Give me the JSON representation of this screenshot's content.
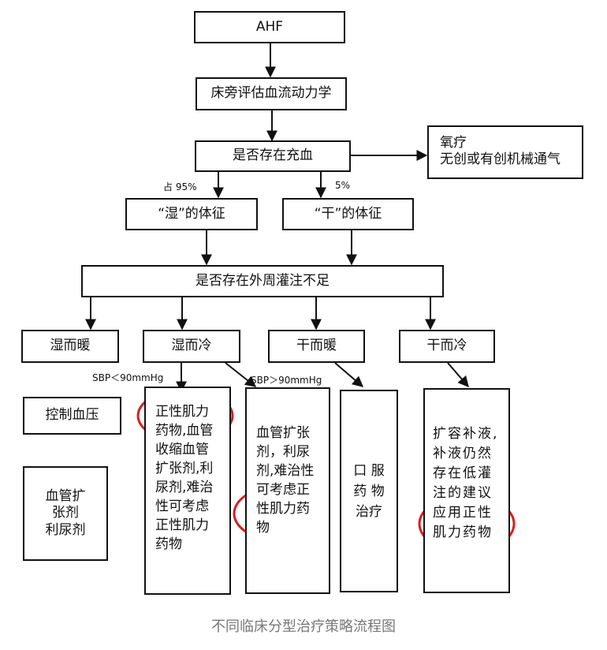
{
  "nodes": {
    "ahf": "AHF",
    "assess": "床旁评估血流动力学",
    "congestion": "是否存在充血",
    "oxygen": [
      "氧疗",
      "无创或有创机械通气"
    ],
    "wet_sign": "“湿”的体征",
    "dry_sign": "“干”的体征",
    "perfusion": "是否存在外周灌注不足",
    "wet_warm": "湿而暖",
    "wet_cold": "湿而冷",
    "dry_warm": "干而暖",
    "dry_cold": "干而冷",
    "control_bp": "控制血压",
    "vaso_diuretic": [
      "血管扩",
      "张剂",
      "利尿剂"
    ],
    "low_sbp_tx": [
      "正性肌力",
      "药物,血管",
      "收缩血管",
      "扩张剂,利",
      "尿剂,难治",
      "性可考虑",
      "正性肌力",
      "药物"
    ],
    "high_sbp_tx": [
      "血管扩张",
      "剂，利尿",
      "剂,难治性",
      "可考虑正",
      "性肌力药",
      "物"
    ],
    "oral_tx": [
      "口  服",
      "药  物",
      "治疗"
    ],
    "dry_cold_tx": [
      "扩容补液,",
      "补液仍然",
      "存在低灌",
      "注的建议",
      "应用正性",
      "肌力药物"
    ]
  },
  "edge_labels": {
    "pct_wet": "占 95%",
    "pct_dry": "5%",
    "sbp_low": "SBP＜90mmHg",
    "sbp_high": "SBP＞90mmHg"
  },
  "caption": "不同临床分型治疗策略流程图",
  "colors": {
    "line": "#111111",
    "highlight": "#d81e1e",
    "caption": "#777777"
  }
}
